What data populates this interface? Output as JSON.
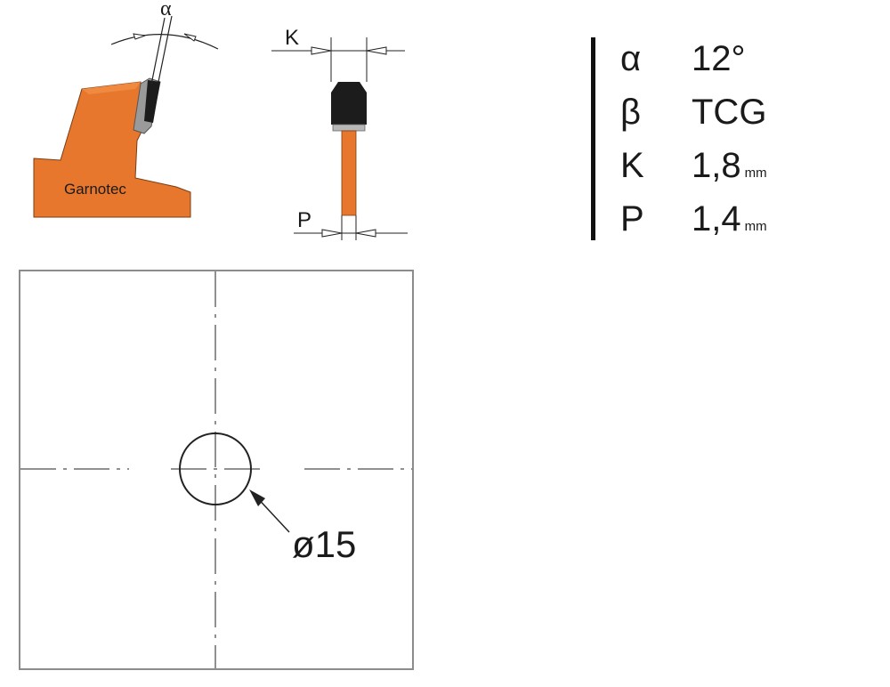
{
  "brand": "Garnotec",
  "tooth_diagram": {
    "angle_label": "α"
  },
  "profile_diagram": {
    "k_label": "K",
    "p_label": "P"
  },
  "specs": [
    {
      "symbol": "α",
      "value": "12°",
      "unit": ""
    },
    {
      "symbol": "β",
      "value": "TCG",
      "unit": ""
    },
    {
      "symbol": "K",
      "value": "1,8",
      "unit": "mm"
    },
    {
      "symbol": "P",
      "value": "1,4",
      "unit": "mm"
    }
  ],
  "bore_drawing": {
    "diameter_label": "ø15"
  },
  "colors": {
    "blade_orange": "#e8772e",
    "carbide_dark": "#1c1c1c",
    "tip_grey": "#9a9a9a",
    "frame_grey": "#8c8c8c",
    "line_dark": "#222222"
  }
}
